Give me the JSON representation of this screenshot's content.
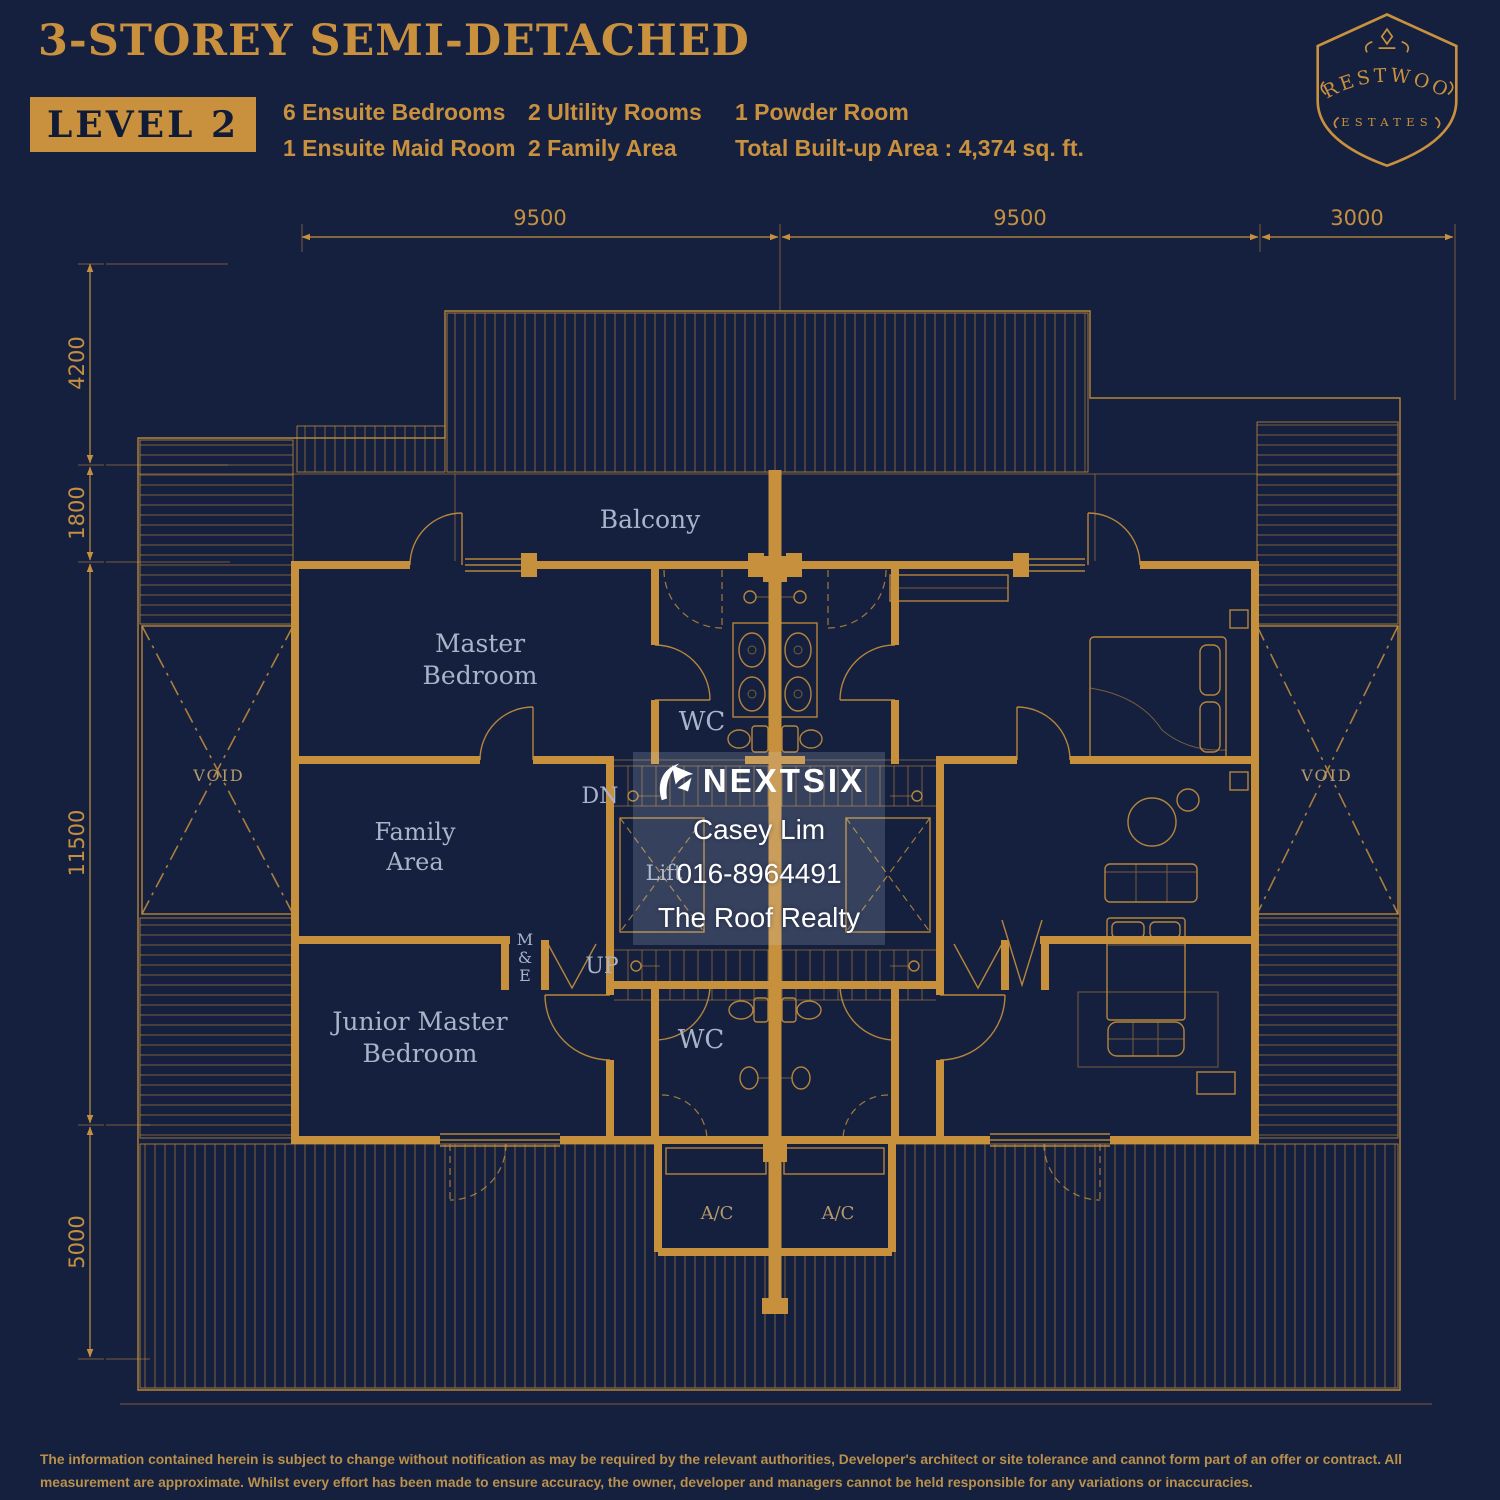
{
  "header": {
    "title": "3-STOREY SEMI-DETACHED",
    "level_badge": "LEVEL 2",
    "features": [
      {
        "line1": "6 Ensuite Bedrooms",
        "line2": "1 Ensuite Maid Room"
      },
      {
        "line1": "2 Ultility Rooms",
        "line2": "2 Family Area"
      },
      {
        "line1": "1 Powder Room",
        "line2": "Total Built-up Area : 4,374 sq. ft."
      }
    ]
  },
  "brand": {
    "name": "CRESTWOOD",
    "sub": "ESTATES"
  },
  "dimensions": {
    "top": [
      "9500",
      "9500",
      "3000"
    ],
    "left": [
      "4200",
      "1800",
      "11500",
      "5000"
    ]
  },
  "rooms": {
    "balcony": "Balcony",
    "master_1": "Master",
    "master_2": "Bedroom",
    "wc_upper": "WC",
    "dn": "DN",
    "family_1": "Family",
    "family_2": "Area",
    "lift": "Lift",
    "me_1": "M",
    "me_2": "&",
    "me_3": "E",
    "up": "UP",
    "junior_1": "Junior Master",
    "junior_2": "Bedroom",
    "wc_lower": "WC",
    "void_left": "VOID",
    "void_right": "VOID",
    "ac_left": "A/C",
    "ac_right": "A/C"
  },
  "watermark": {
    "brand": "NEXTSIX",
    "agent": "Casey Lim",
    "phone": "016-8964491",
    "agency": "The Roof Realty"
  },
  "footer": {
    "disclaimer": "The information contained herein is subject to change without notification as may be required by the relevant authorities, Developer's architect or site tolerance and cannot form part of an offer or contract. All measurement are approximate. Whilst every effort has been made to ensure accuracy, the owner, developer and managers cannot be held responsible for any variations or inaccuracies."
  },
  "colors": {
    "background": "#15203F",
    "gold": "#C7903C",
    "room_label": "#A9B4C9",
    "watermark_text": "#FFFFFF",
    "badge_text": "#101B38"
  }
}
